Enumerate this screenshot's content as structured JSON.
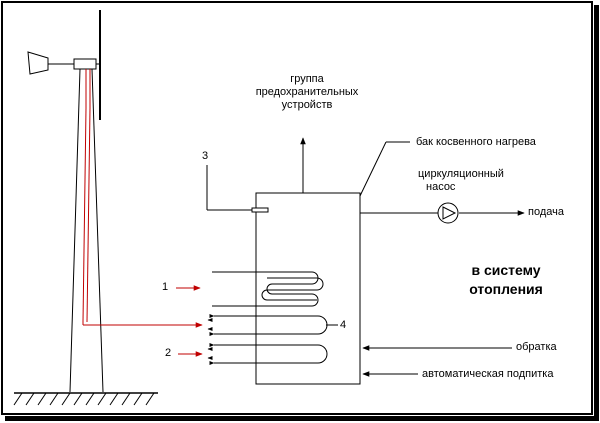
{
  "labels": {
    "safety_group": [
      "группа",
      "предохранительных",
      "устройств"
    ],
    "tank": "бак косвенного нагрева",
    "pump": [
      "циркуляционный",
      "насос"
    ],
    "supply": "подача",
    "heating_system": [
      "в систему",
      "отопления"
    ],
    "return": "обратка",
    "auto_feed": "автоматическая подпитка",
    "marker_1": "1",
    "marker_2": "2",
    "marker_3": "3",
    "marker_4": "4"
  },
  "colors": {
    "line": "#000000",
    "wind_cable": "#c00000"
  },
  "icons": [
    "wind-vane-icon",
    "pump-icon",
    "ground-hatch-icon"
  ]
}
